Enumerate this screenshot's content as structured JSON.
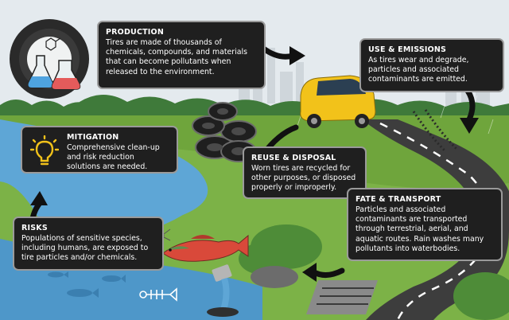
{
  "boxes": {
    "production": {
      "title": "PRODUCTION",
      "text": "Tires are made of thousands of chemicals, compounds, and materials that can become pollutants when released to the environment."
    },
    "use_emissions": {
      "title": "USE & EMISSIONS",
      "text": "As tires wear and degrade, particles and associated contaminants are emitted."
    },
    "reuse_disposal": {
      "title": "REUSE & DISPOSAL",
      "text": "Worn tires are recycled for other purposes, or disposed properly or improperly."
    },
    "fate_transport": {
      "title": "FATE & TRANSPORT",
      "text": "Particles and associated contaminants are transported through terrestrial, aerial, and aquatic routes. Rain washes many pollutants into waterbodies."
    },
    "risks": {
      "title": "RISKS",
      "text": "Populations of sensitive species, including humans, are exposed to tire particles and/or chemicals."
    },
    "mitigation": {
      "title": "MITIGATION",
      "text": "Comprehensive clean-up and risk reduction solutions are needed."
    }
  },
  "colors": {
    "box_bg": "#1f1f1f",
    "box_border": "#9a9a9a",
    "grass": "#6fa53c",
    "water": "#5ea6d6",
    "road": "#3d3d3d",
    "car": "#f2c21a",
    "salmon": "#d9493a",
    "bulb": "#f2c21a"
  }
}
